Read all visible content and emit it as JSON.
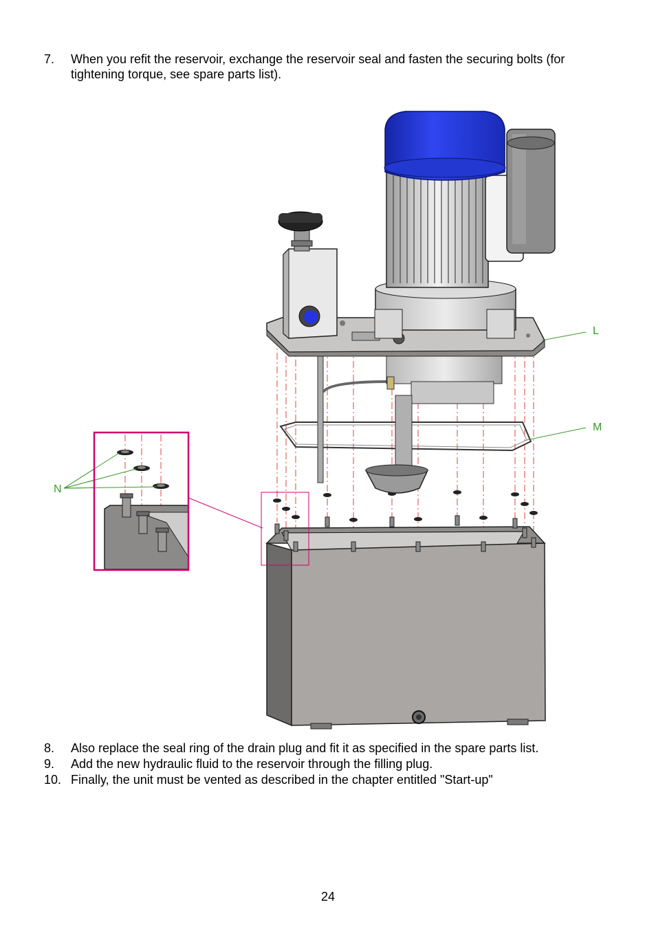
{
  "steps_before": [
    {
      "num": "7.",
      "text": "When you refit the reservoir, exchange the reservoir seal and fasten the securing bolts (for tightening torque, see spare parts list)."
    }
  ],
  "figure": {
    "callouts": {
      "L": "L",
      "M": "M",
      "N": "N"
    },
    "colors": {
      "motor_blue": "#1f33d8",
      "reservoir_gray": "#a9a6a3",
      "detail_frame": "#d1006f",
      "callout_line": "#3a9a2a",
      "guide_line": "#e04040"
    }
  },
  "steps_after": [
    {
      "num": "8.",
      "text": "Also replace the seal ring of the drain plug and fit it as specified in the spare parts list."
    },
    {
      "num": "9.",
      "text": "Add the new hydraulic fluid to the reservoir through the filling plug."
    },
    {
      "num": "10.",
      "text": "Finally, the unit must be vented as described in the chapter entitled \"Start-up\""
    }
  ],
  "page_number": "24"
}
